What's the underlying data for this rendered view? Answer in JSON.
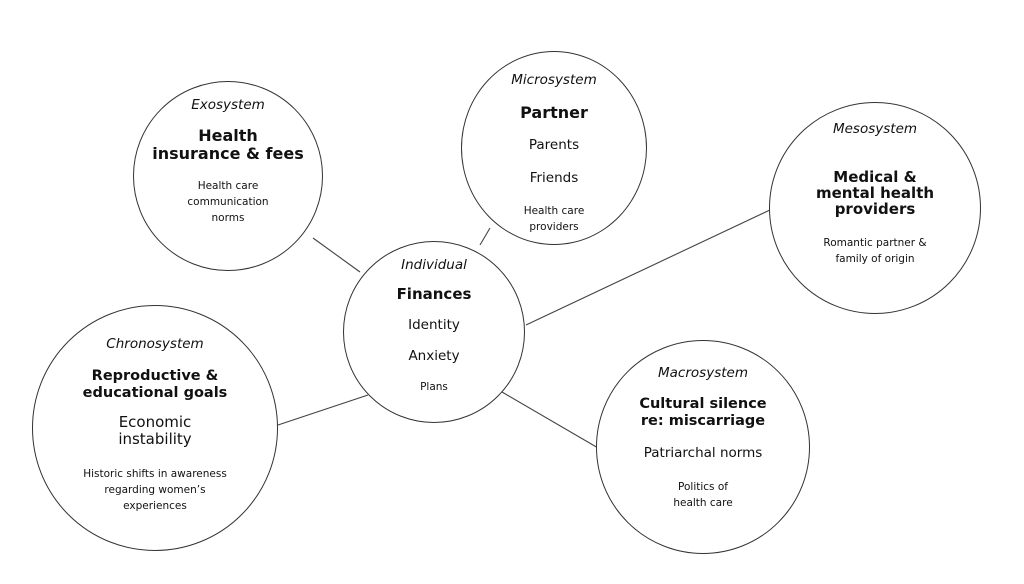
{
  "nodes": {
    "individual": {
      "label": "Individual",
      "main": "Finances",
      "items": [
        "Identity",
        "Anxiety"
      ],
      "small": "Plans"
    },
    "exosystem": {
      "label": "Exosystem",
      "main": [
        "Health",
        "insurance & fees"
      ],
      "small": [
        "Health care",
        "communication",
        "norms"
      ]
    },
    "microsystem": {
      "label": "Microsystem",
      "main": "Partner",
      "items": [
        "Parents",
        "Friends"
      ],
      "small": [
        "Health care",
        "providers"
      ]
    },
    "mesosystem": {
      "label": "Mesosystem",
      "main": [
        "Medical &",
        "mental health",
        "providers"
      ],
      "small": [
        "Romantic partner &",
        "family of origin"
      ]
    },
    "chronosystem": {
      "label": "Chronosystem",
      "main": [
        "Reproductive &",
        "educational goals"
      ],
      "secondary": [
        "Economic",
        "instability"
      ],
      "small": [
        "Historic shifts in awareness",
        "regarding women’s",
        "experiences"
      ]
    },
    "macrosystem": {
      "label": "Macrosystem",
      "main": [
        "Cultural silence",
        "re: miscarriage"
      ],
      "items": [
        "Patriarchal norms"
      ],
      "small": [
        "Politics of",
        "health care"
      ]
    }
  }
}
